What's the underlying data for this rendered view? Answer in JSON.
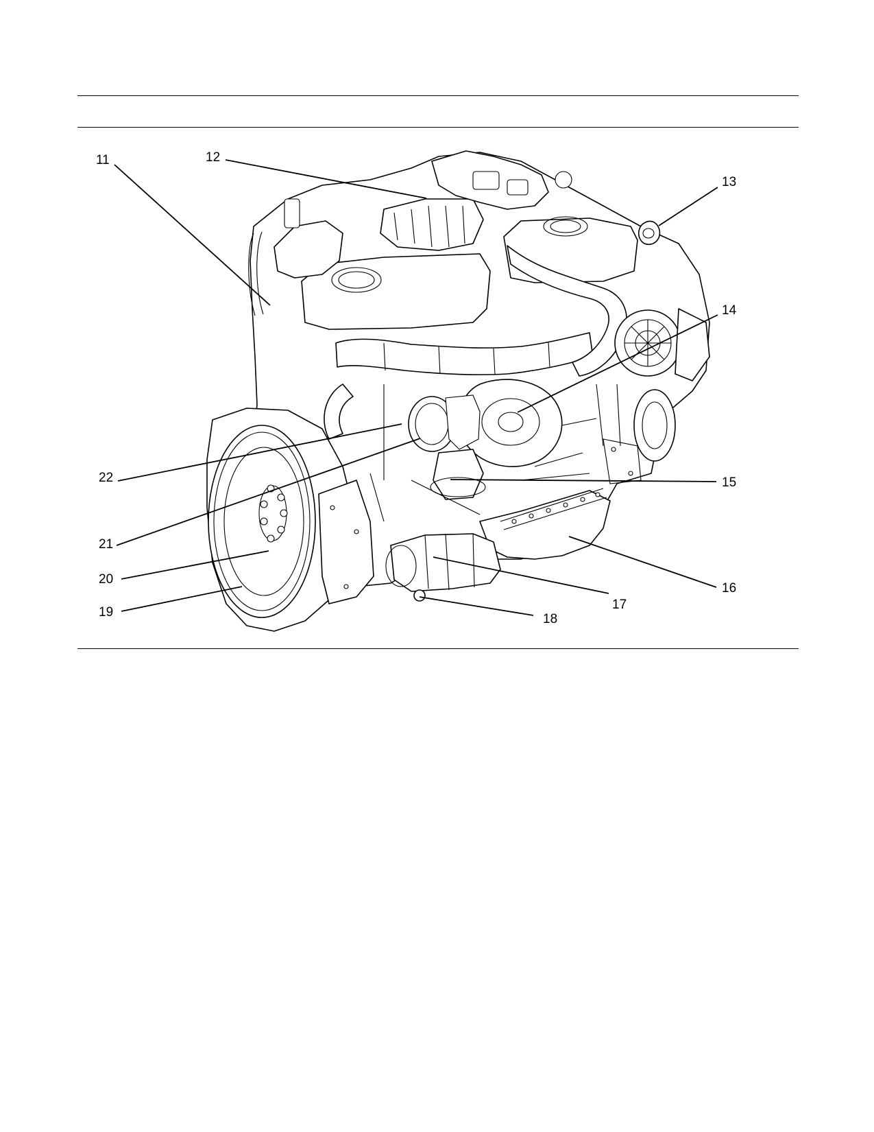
{
  "figure": {
    "callouts": [
      {
        "id": "11",
        "label": "11"
      },
      {
        "id": "12",
        "label": "12"
      },
      {
        "id": "13",
        "label": "13"
      },
      {
        "id": "14",
        "label": "14"
      },
      {
        "id": "15",
        "label": "15"
      },
      {
        "id": "16",
        "label": "16"
      },
      {
        "id": "17",
        "label": "17"
      },
      {
        "id": "18",
        "label": "18"
      },
      {
        "id": "19",
        "label": "19"
      },
      {
        "id": "20",
        "label": "20"
      },
      {
        "id": "21",
        "label": "21"
      },
      {
        "id": "22",
        "label": "22"
      }
    ]
  }
}
